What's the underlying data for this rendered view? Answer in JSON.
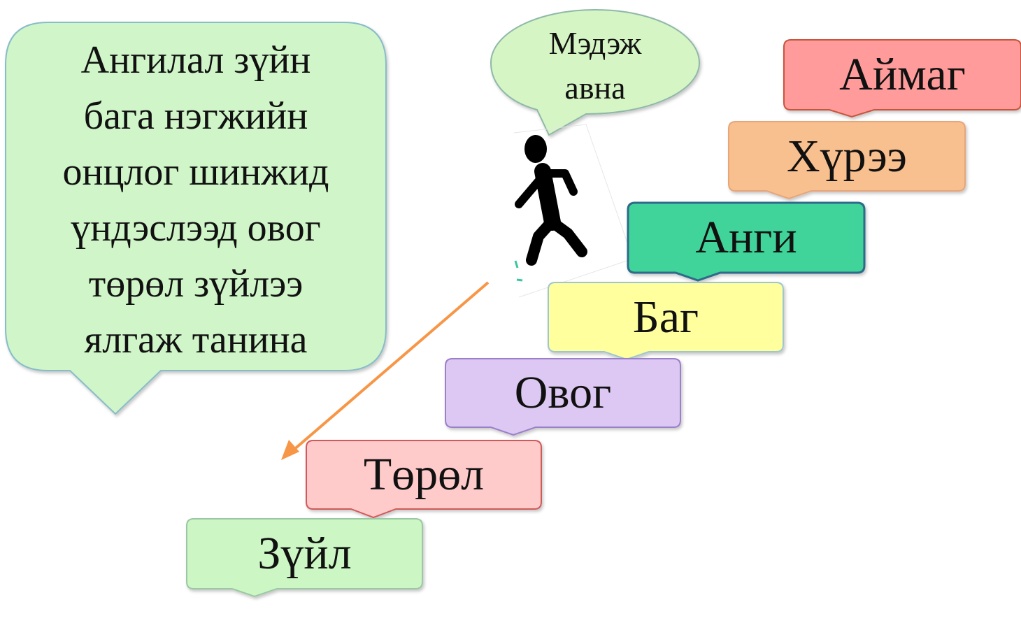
{
  "left_callout": {
    "lines": [
      "Ангилал зүйн",
      "бага нэгжийн",
      "онцлог шинжид",
      "үндэслээд овог",
      "төрөл зүйлээ",
      "ялгаж танина"
    ],
    "fill": "#cff5c8",
    "stroke": "#87bcc9"
  },
  "speech_bubble": {
    "lines": [
      "Мэдэж",
      "авна"
    ],
    "fill": "#d6f5c5",
    "stroke": "#8fb8a8"
  },
  "steps": [
    {
      "label": "Аймаг",
      "fill": "#ff9b9b",
      "stroke": "#c8553a"
    },
    {
      "label": "Хүрээ",
      "fill": "#f9c08f",
      "stroke": "#e7a57a"
    },
    {
      "label": "Анги",
      "fill": "#3fd49a",
      "stroke": "#2d6b8a"
    },
    {
      "label": "Баг",
      "fill": "#ffff9e",
      "stroke": "#9fc6cf"
    },
    {
      "label": "Овог",
      "fill": "#dcc8f2",
      "stroke": "#9a7fc9"
    },
    {
      "label": "Төрөл",
      "fill": "#ffcaca",
      "stroke": "#d05a5a"
    },
    {
      "label": "Зүйл",
      "fill": "#ccf7c4",
      "stroke": "#9bc7a3"
    }
  ],
  "arrow_color": "#f79646",
  "walker_color": "#000000"
}
